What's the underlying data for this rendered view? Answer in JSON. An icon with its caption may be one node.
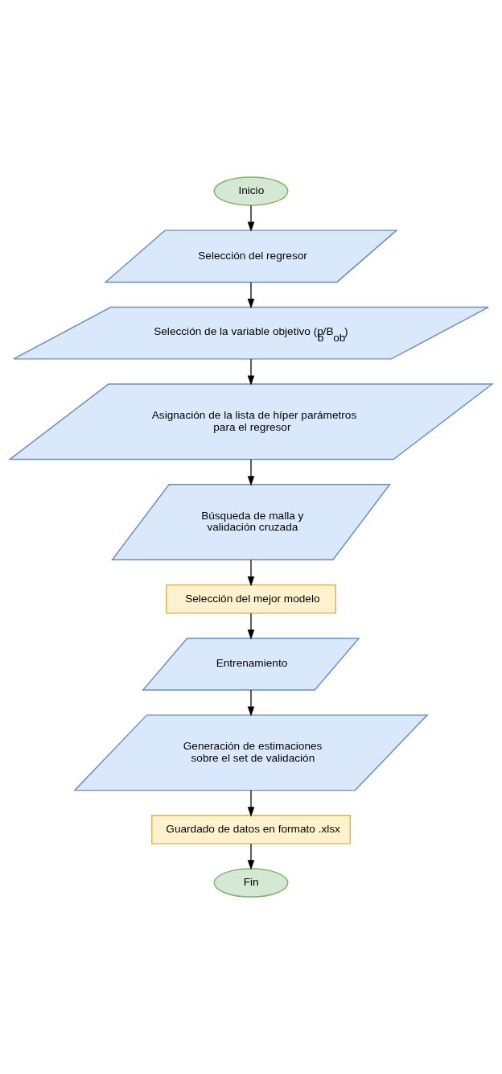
{
  "diagram": {
    "nodes": [
      {
        "text": [
          "Inicio"
        ]
      },
      {
        "text": [
          "Selección del regresor"
        ]
      },
      {
        "text": [
          "Selección de la variable objetivo (p$_{b}$/B$_{ob}$)"
        ]
      },
      {
        "text": [
          "Asignación de la lista de híper parámetros para el regresor"
        ]
      },
      {
        "text": [
          "Búsqueda de malla y validación cruzada"
        ]
      },
      {
        "text": [
          "Selección del mejor modelo"
        ]
      },
      {
        "text": [
          "Entrenamiento"
        ]
      },
      {
        "text": [
          "Generación de estimaciones sobre el set de validación"
        ]
      },
      {
        "text": [
          "Guardado de datos en formato .xlsx"
        ]
      },
      {
        "text": [
          "Fin"
        ]
      }
    ],
    "edges": [
      {
        "from": 0,
        "to": 1,
        "arrow": "to"
      },
      {
        "from": 1,
        "to": 2,
        "arrow": "to"
      },
      {
        "from": 2,
        "to": 3,
        "arrow": "to"
      },
      {
        "from": 3,
        "to": 4,
        "arrow": "to"
      },
      {
        "from": 4,
        "to": 5,
        "arrow": "to"
      },
      {
        "from": 5,
        "to": 6,
        "arrow": "to"
      },
      {
        "from": 6,
        "to": 7,
        "arrow": "to"
      },
      {
        "from": 7,
        "to": 8,
        "arrow": "to"
      },
      {
        "from": 8,
        "to": 9,
        "arrow": "to"
      }
    ]
  }
}
